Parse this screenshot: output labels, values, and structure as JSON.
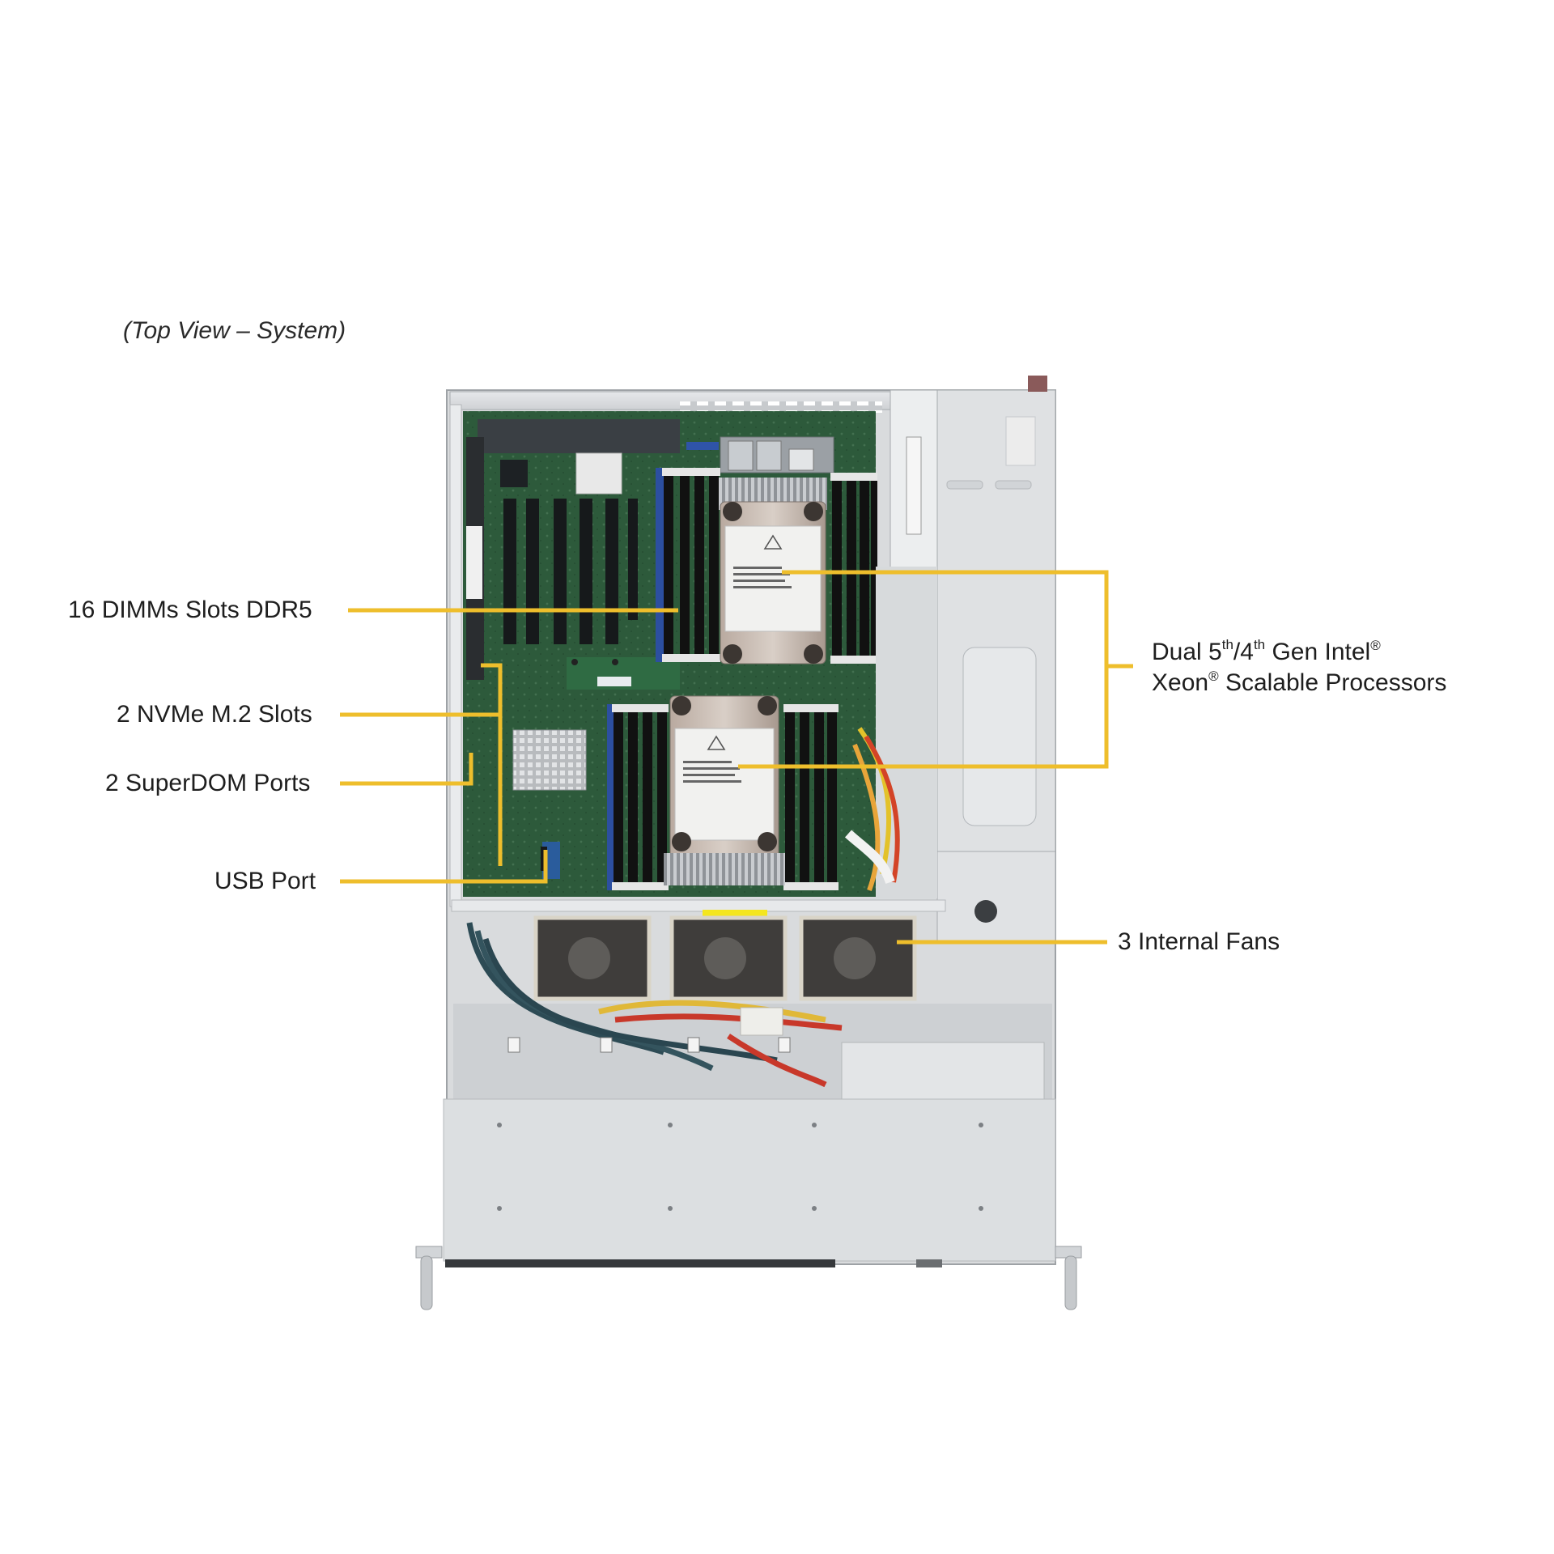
{
  "figure": {
    "caption": "(Top View – System)",
    "leader_color": "#EEBE2C",
    "callouts": [
      {
        "id": "dimm",
        "text": "16 DIMMs  Slots DDR5"
      },
      {
        "id": "nvme",
        "text": "2 NVMe M.2 Slots"
      },
      {
        "id": "superdom",
        "text": "2 SuperDOM  Ports"
      },
      {
        "id": "usb",
        "text": "USB Port"
      },
      {
        "id": "cpu",
        "line1_prefix": "Dual 5",
        "line1_sup1": "th",
        "line1_mid": "/4",
        "line1_sup2": "th",
        "line1_suffix": " Gen Intel",
        "line1_reg": "®",
        "line2_prefix": "Xeon",
        "line2_reg": "®",
        "line2_suffix": " Scalable Processors"
      },
      {
        "id": "fans",
        "text": "3 Internal  Fans"
      }
    ]
  }
}
